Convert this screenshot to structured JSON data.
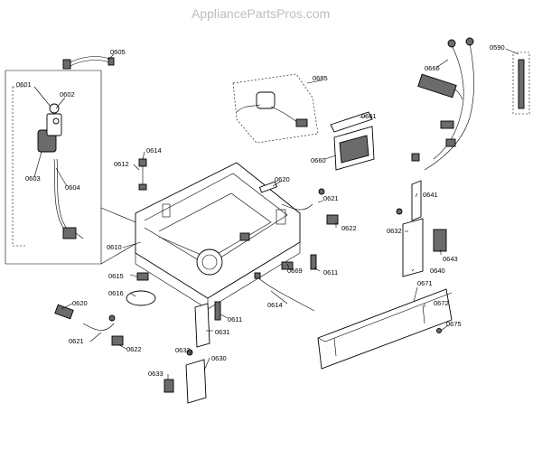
{
  "watermark": "AppliancePartsPros.com",
  "callouts": {
    "c0605": "0605",
    "c0601": "0601",
    "c0602": "0602",
    "c0603": "0603",
    "c0604": "0604",
    "c0685": "0685",
    "c0666": "0666",
    "c0590": "0590",
    "c0661": "0661",
    "c0660": "0660",
    "c0614a": "0614",
    "c0612": "0612",
    "c0620a": "0620",
    "c0621a": "0621",
    "c0622a": "0622",
    "c0641": "0641",
    "c0632a": "0632",
    "c0643": "0643",
    "c0640": "0640",
    "c0610": "0610",
    "c0669": "0669",
    "c0611a": "0611",
    "c0615": "0615",
    "c0616": "0616",
    "c0614b": "0614",
    "c0611b": "0611",
    "c0631": "0631",
    "c0620b": "0620",
    "c0621b": "0621",
    "c0622b": "0622",
    "c0632b": "0632",
    "c0630": "0630",
    "c0633": "0633",
    "c0671": "0671",
    "c0672": "0672",
    "c0675": "0675"
  }
}
